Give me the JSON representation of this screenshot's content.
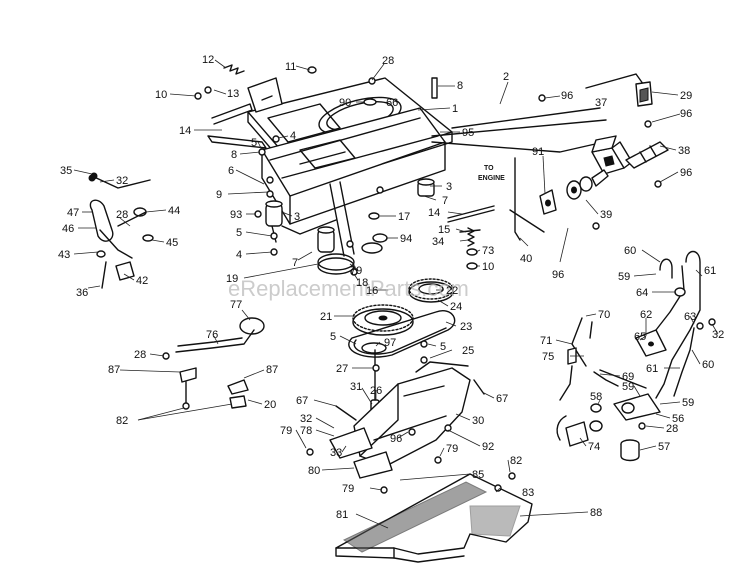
{
  "watermark": "eReplacementParts.com",
  "engine_note": [
    "TO",
    "ENGINE"
  ],
  "callouts": [
    {
      "id": "c12",
      "text": "12"
    },
    {
      "id": "c11",
      "text": "11"
    },
    {
      "id": "c28a",
      "text": "28"
    },
    {
      "id": "c8a",
      "text": "8"
    },
    {
      "id": "c2",
      "text": "2"
    },
    {
      "id": "c96a",
      "text": "96"
    },
    {
      "id": "c29",
      "text": "29"
    },
    {
      "id": "c10a",
      "text": "10"
    },
    {
      "id": "c13",
      "text": "13"
    },
    {
      "id": "c90",
      "text": "90"
    },
    {
      "id": "c66",
      "text": "66"
    },
    {
      "id": "c1",
      "text": "1"
    },
    {
      "id": "c37",
      "text": "37"
    },
    {
      "id": "c96b",
      "text": "96"
    },
    {
      "id": "c14a",
      "text": "14"
    },
    {
      "id": "c4a",
      "text": "4"
    },
    {
      "id": "c95",
      "text": "95"
    },
    {
      "id": "c5a",
      "text": "5"
    },
    {
      "id": "c8b",
      "text": "8"
    },
    {
      "id": "c38",
      "text": "38"
    },
    {
      "id": "c35",
      "text": "35"
    },
    {
      "id": "c6",
      "text": "6"
    },
    {
      "id": "c91",
      "text": "91"
    },
    {
      "id": "c32a",
      "text": "32"
    },
    {
      "id": "c3a",
      "text": "3"
    },
    {
      "id": "c96c",
      "text": "96"
    },
    {
      "id": "c9",
      "text": "9"
    },
    {
      "id": "c7a",
      "text": "7"
    },
    {
      "id": "c47",
      "text": "47"
    },
    {
      "id": "c28b",
      "text": "28"
    },
    {
      "id": "c44",
      "text": "44"
    },
    {
      "id": "c93",
      "text": "93"
    },
    {
      "id": "c3b",
      "text": "3"
    },
    {
      "id": "c17",
      "text": "17"
    },
    {
      "id": "c14b",
      "text": "14"
    },
    {
      "id": "c39",
      "text": "39"
    },
    {
      "id": "c46",
      "text": "46"
    },
    {
      "id": "c5b",
      "text": "5"
    },
    {
      "id": "c15",
      "text": "15"
    },
    {
      "id": "c45",
      "text": "45"
    },
    {
      "id": "c94",
      "text": "94"
    },
    {
      "id": "c34",
      "text": "34"
    },
    {
      "id": "c60a",
      "text": "60"
    },
    {
      "id": "c43",
      "text": "43"
    },
    {
      "id": "c4b",
      "text": "4"
    },
    {
      "id": "c7b",
      "text": "7"
    },
    {
      "id": "c73",
      "text": "73"
    },
    {
      "id": "c40",
      "text": "40"
    },
    {
      "id": "c59a",
      "text": "59"
    },
    {
      "id": "c61a",
      "text": "61"
    },
    {
      "id": "c18",
      "text": "18"
    },
    {
      "id": "c79a",
      "text": "79"
    },
    {
      "id": "c10b",
      "text": "10"
    },
    {
      "id": "c96d",
      "text": "96"
    },
    {
      "id": "c19",
      "text": "19"
    },
    {
      "id": "c16",
      "text": "16"
    },
    {
      "id": "c22",
      "text": "22"
    },
    {
      "id": "c42",
      "text": "42"
    },
    {
      "id": "c64",
      "text": "64"
    },
    {
      "id": "c36",
      "text": "36"
    },
    {
      "id": "c24",
      "text": "24"
    },
    {
      "id": "c77",
      "text": "77"
    },
    {
      "id": "c70",
      "text": "70"
    },
    {
      "id": "c21",
      "text": "21"
    },
    {
      "id": "c62",
      "text": "62"
    },
    {
      "id": "c63",
      "text": "63"
    },
    {
      "id": "c23",
      "text": "23"
    },
    {
      "id": "c32b",
      "text": "32"
    },
    {
      "id": "c76",
      "text": "76"
    },
    {
      "id": "c5c",
      "text": "5"
    },
    {
      "id": "c65",
      "text": "65"
    },
    {
      "id": "c97",
      "text": "97"
    },
    {
      "id": "c71",
      "text": "71"
    },
    {
      "id": "c5d",
      "text": "5"
    },
    {
      "id": "c28c",
      "text": "28"
    },
    {
      "id": "c25",
      "text": "25"
    },
    {
      "id": "c75",
      "text": "75"
    },
    {
      "id": "c60b",
      "text": "60"
    },
    {
      "id": "c87a",
      "text": "87"
    },
    {
      "id": "c87b",
      "text": "87"
    },
    {
      "id": "c27",
      "text": "27"
    },
    {
      "id": "c69",
      "text": "69"
    },
    {
      "id": "c61b",
      "text": "61"
    },
    {
      "id": "c31",
      "text": "31"
    },
    {
      "id": "c26",
      "text": "26"
    },
    {
      "id": "c67a",
      "text": "67"
    },
    {
      "id": "c59b",
      "text": "59"
    },
    {
      "id": "c58",
      "text": "58"
    },
    {
      "id": "c59c",
      "text": "59"
    },
    {
      "id": "c82a",
      "text": "82"
    },
    {
      "id": "c20",
      "text": "20"
    },
    {
      "id": "c67b",
      "text": "67"
    },
    {
      "id": "c56",
      "text": "56"
    },
    {
      "id": "c32c",
      "text": "32"
    },
    {
      "id": "c30",
      "text": "30"
    },
    {
      "id": "c79b",
      "text": "79"
    },
    {
      "id": "c78",
      "text": "78"
    },
    {
      "id": "c96e",
      "text": "96"
    },
    {
      "id": "c92",
      "text": "92"
    },
    {
      "id": "c28d",
      "text": "28"
    },
    {
      "id": "c74",
      "text": "74"
    },
    {
      "id": "c57",
      "text": "57"
    },
    {
      "id": "c33",
      "text": "33"
    },
    {
      "id": "c79c",
      "text": "79"
    },
    {
      "id": "c80",
      "text": "80"
    },
    {
      "id": "c85",
      "text": "85"
    },
    {
      "id": "c82b",
      "text": "82"
    },
    {
      "id": "c79d",
      "text": "79"
    },
    {
      "id": "c83",
      "text": "83"
    },
    {
      "id": "c81",
      "text": "81"
    },
    {
      "id": "c88",
      "text": "88"
    }
  ]
}
